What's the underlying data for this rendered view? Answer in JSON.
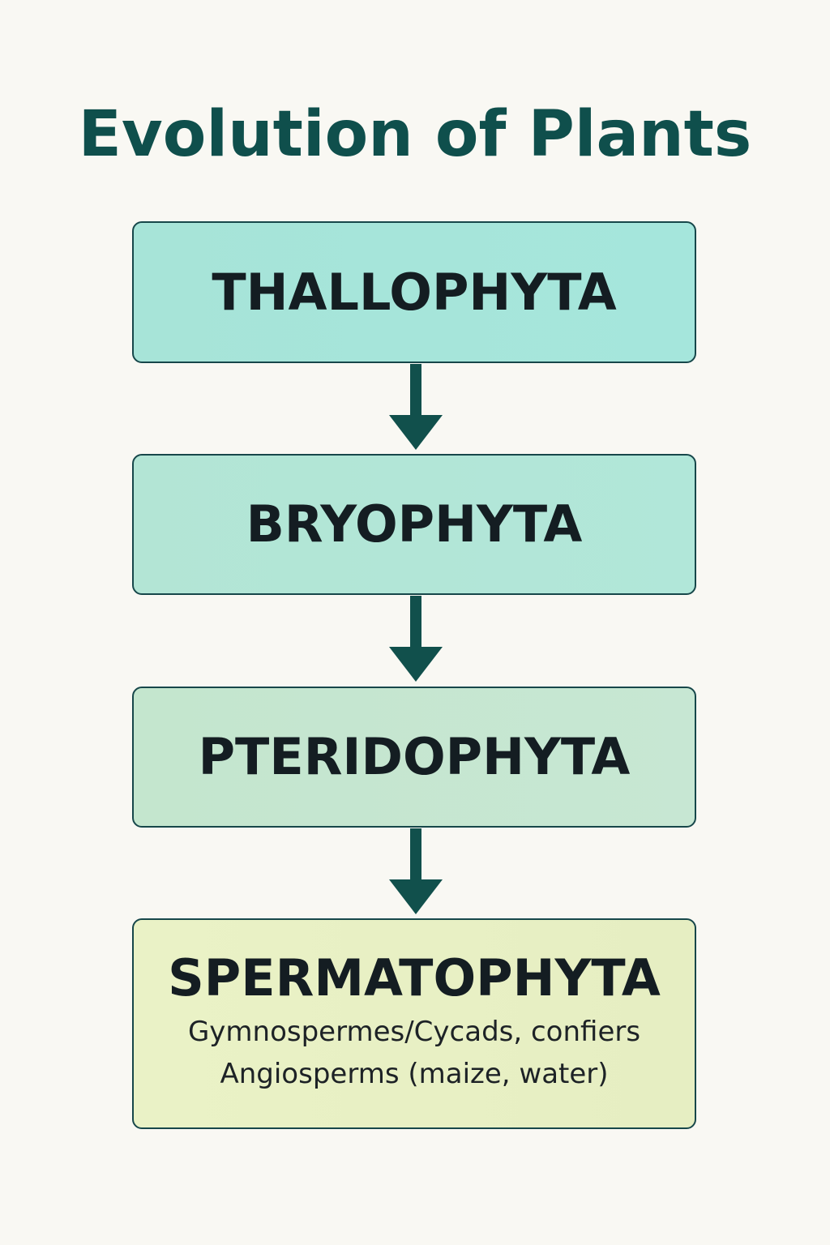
{
  "title": "Evolution of Plants",
  "colors": {
    "title": "#0f4f4c",
    "arrow": "#11504c",
    "border": "#17474a",
    "background": "#f9f8f3"
  },
  "stages": [
    {
      "label": "THALLOPHYTA",
      "fill": "#a7e4d8"
    },
    {
      "label": "BRYOPHYTA",
      "fill": "#b3e5d5"
    },
    {
      "label": "PTERIDOPHYTA",
      "fill": "#c4e6ce"
    },
    {
      "label": "SPERMATOPHYTA",
      "fill": "#e8f0c4",
      "details": [
        "Gymnospermes/Cycads, confiers",
        "Angiosperms (maize, water)"
      ]
    }
  ],
  "arrows": [
    "down-arrow-icon",
    "down-arrow-icon",
    "down-arrow-icon"
  ]
}
